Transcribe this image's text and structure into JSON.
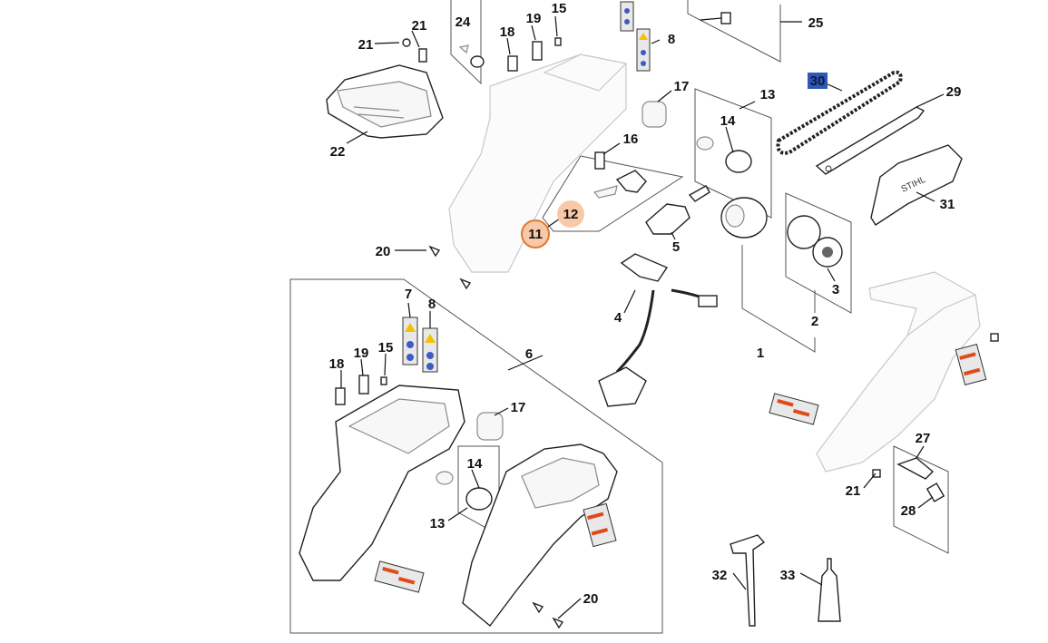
{
  "callouts": {
    "p1": "1",
    "p2": "2",
    "p3": "3",
    "p4": "4",
    "p5": "5",
    "p6": "6",
    "p7a": "7",
    "p8a": "8",
    "p8b": "8",
    "p11": "11",
    "p12": "12",
    "p13a": "13",
    "p13b": "13",
    "p14a": "14",
    "p14b": "14",
    "p15a": "15",
    "p15b": "15",
    "p16": "16",
    "p17a": "17",
    "p17b": "17",
    "p18a": "18",
    "p18b": "18",
    "p19a": "19",
    "p19b": "19",
    "p20a": "20",
    "p20b": "20",
    "p21a": "21",
    "p21b": "21",
    "p21c": "21",
    "p22": "22",
    "p24": "24",
    "p25": "25",
    "p27": "27",
    "p28": "28",
    "p29": "29",
    "p30": "30",
    "p31": "31",
    "p32": "32",
    "p33": "33"
  },
  "colors": {
    "selected": "#2e58b8",
    "highlight_fill": "#f7c9a8",
    "highlight_stroke": "#e07a30",
    "warning": "#e04a1a"
  }
}
